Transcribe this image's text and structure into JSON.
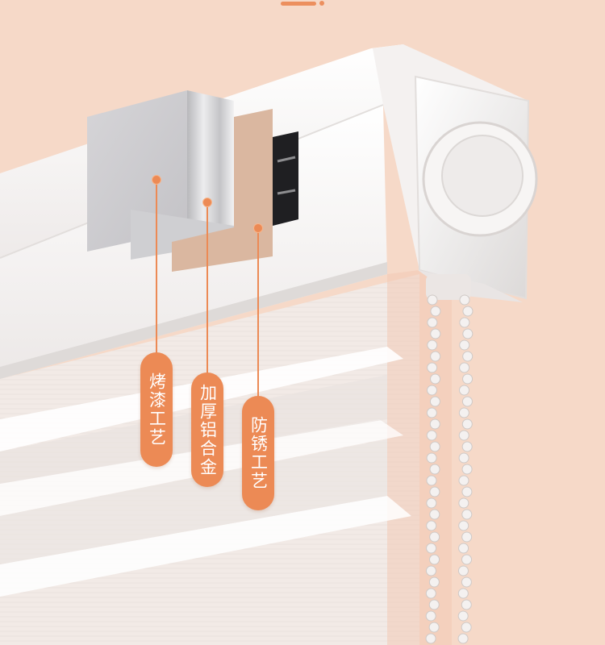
{
  "colors": {
    "background": "#f6d9c8",
    "accent": "#ec8a55",
    "rail": "#f7f5f5",
    "fabric": "#f0ece9"
  },
  "labels": [
    {
      "id": "baking-paint",
      "text": "烤漆工艺"
    },
    {
      "id": "thick-aluminum",
      "text": "加厚铝合金"
    },
    {
      "id": "anti-rust",
      "text": "防锈工艺"
    }
  ],
  "icons": [
    "cross-section-layers",
    "end-cap-knob",
    "bead-chain"
  ]
}
